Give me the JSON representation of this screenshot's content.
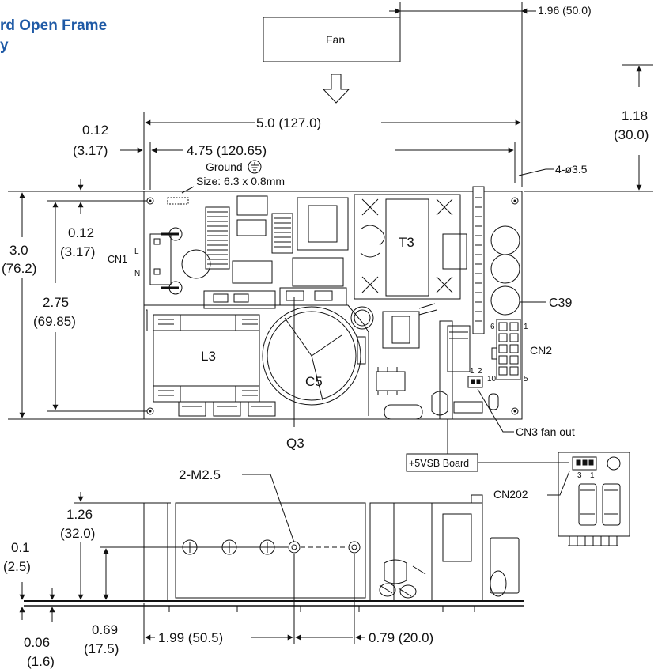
{
  "title": {
    "line1": "rd Open Frame",
    "line2": "y"
  },
  "top_view": {
    "fan_label": "Fan",
    "fan_width_dim": "1.96 (50.0)",
    "fan_gap_dim": [
      "1.18",
      "(30.0)"
    ],
    "overall_width_dim": "5.0 (127.0)",
    "hole_span_dim": "4.75 (120.65)",
    "left_inset_dim": [
      "0.12",
      "(3.17)"
    ],
    "mount_holes": "4-ø3.5",
    "ground_label": "Ground",
    "ground_size": "Size: 6.3 x 0.8mm",
    "top_inset_dim": [
      "0.12",
      "(3.17)"
    ],
    "height_dim": [
      "3.0",
      "(76.2)"
    ],
    "hole_height_dim": [
      "2.75",
      "(69.85)"
    ],
    "cn1": "CN1",
    "cn1_l": "L",
    "cn1_n": "N",
    "t3": "T3",
    "l3": "L3",
    "c5": "C5",
    "c39": "C39",
    "cn2": "CN2",
    "cn2_pins": [
      "6",
      "1",
      "10",
      "5"
    ],
    "cn3_pins": [
      "1",
      "2"
    ],
    "q3": "Q3",
    "cn3": "CN3 fan out",
    "vsb_board": "+5VSB Board"
  },
  "side_view": {
    "screws": "2-M2.5",
    "height_dim": [
      "1.26",
      "(32.0)"
    ],
    "base_dim": [
      "0.1",
      "(2.5)"
    ],
    "thickness_dim": [
      "0.06",
      "(1.6)"
    ],
    "screw_height_dim": [
      "0.69",
      "(17.5)"
    ],
    "screw_x_dim": "1.99 (50.5)",
    "screw_span_dim": "0.79 (20.0)"
  },
  "vsb_detail": {
    "cn202": "CN202",
    "pins": [
      "3",
      "1"
    ]
  },
  "colors": {
    "title": "#1f5aa6",
    "line": "#111111"
  }
}
